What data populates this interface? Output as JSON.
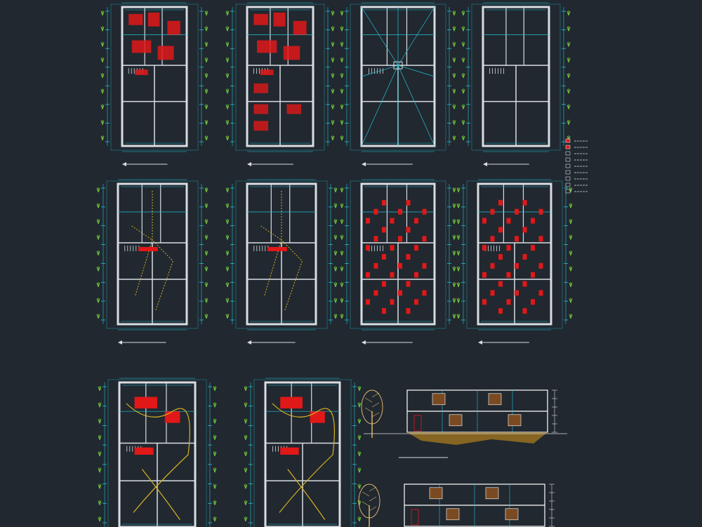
{
  "app": {
    "title": ""
  },
  "colors": {
    "background": "#212830",
    "wall": "#d8dde2",
    "dim": "#22c3d6",
    "fixture": "#e01818",
    "wire": "#d9b320",
    "tree": "#6fbf3a",
    "trunk": "#d9b36a",
    "beam": "#ffffff",
    "roofFill": "#7a4a22",
    "earth": "#a87a1e"
  },
  "sheets": [
    {
      "id": "plan-furniture-ground",
      "kind": "furniture"
    },
    {
      "id": "plan-furniture-upper",
      "kind": "furniture2"
    },
    {
      "id": "plan-roof",
      "kind": "roof"
    },
    {
      "id": "plan-structure-ground",
      "kind": "plain"
    },
    {
      "id": "plan-electric-ground",
      "kind": "electric"
    },
    {
      "id": "plan-electric-upper",
      "kind": "electric2"
    },
    {
      "id": "plan-sanitary-ground",
      "kind": "sanitary"
    },
    {
      "id": "plan-sanitary-upper",
      "kind": "sanitary"
    },
    {
      "id": "plan-gas-ground",
      "kind": "gas"
    },
    {
      "id": "plan-gas-upper",
      "kind": "gas"
    }
  ],
  "elevations": [
    {
      "id": "section-front"
    },
    {
      "id": "section-side"
    }
  ],
  "legend": {
    "rows": 9
  }
}
